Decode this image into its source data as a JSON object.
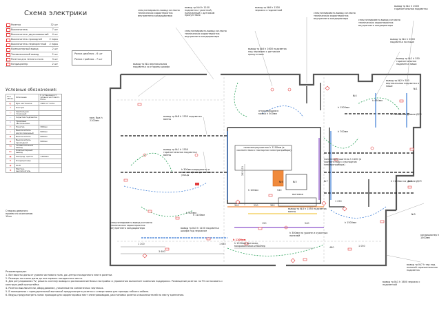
{
  "title": "Схема электрики",
  "quantities": {
    "rows": [
      {
        "label": "Розетка",
        "count": "32 шт"
      },
      {
        "label": "Выключатель",
        "count": "7 шт"
      },
      {
        "label": "Выключатель двухклавишный",
        "count": "4 шт"
      },
      {
        "label": "Выключатель проходной",
        "count": "2 пары"
      },
      {
        "label": "Выключатель перекрестный",
        "count": "2 пары"
      },
      {
        "label": "Компьютерный вывод",
        "count": "2 шт"
      },
      {
        "label": "Телевизионный вывод",
        "count": "2 шт"
      },
      {
        "label": "Розетка для теплого пола",
        "count": "3 шт"
      },
      {
        "label": "Кондиционер",
        "count": "2 шт"
      }
    ],
    "extra": [
      {
        "label": "Рамка двойная -",
        "count": "6 шт"
      },
      {
        "label": "Рамка тройная -",
        "count": "7 шт"
      }
    ]
  },
  "legend": {
    "heading": "Условные обозначения:",
    "col_symbol": "Усл. обозн.",
    "col_name": "Описание",
    "col_height": "h установки от уровня чистового пола",
    "rows": [
      {
        "name": "Бра настенное",
        "height": "1900 от пола"
      },
      {
        "name": "Люстра",
        "height": ""
      },
      {
        "name": "Светильник точечный",
        "height": ""
      },
      {
        "name": "Скрытая подсветка",
        "height": ""
      },
      {
        "name": "Трековые светильники",
        "height": ""
      },
      {
        "name": "Розетка",
        "height": "300мм"
      },
      {
        "name": "Выключатель двухклавишный",
        "height": "900мм"
      },
      {
        "name": "Выключатель",
        "height": "900мм"
      },
      {
        "name": "Выключатель проходной",
        "height": "900мм"
      },
      {
        "name": "Телевизионный вывод",
        "height": ""
      },
      {
        "name": "Компьютерный вывод",
        "height": ""
      },
      {
        "name": "Распред. щиток",
        "height": "1300мм"
      },
      {
        "name": "Кондиционер",
        "height": ""
      },
      {
        "name": "Wi-Fi",
        "height": ""
      },
      {
        "name": "Мастер-выключатель",
        "height": ""
      }
    ]
  },
  "door_note": "Створка дверного проема по окончанию 15см",
  "annotations": {
    "a1": "спецтоннировать вывод согласно технических характеристик внутреннего кондиционера",
    "a2": "вывод тр №4 h 1100 подсветка туалетной, наличанный с датчиком присутствия",
    "a3": "спецтоннировать вывод согласно технических характеристик внутреннего кондиционера",
    "a4": "вывод тр №6 h 1300 зеркало с подсветкой",
    "a5": "вывод тр №6 h 1600 подсветка под зеркалом с датчиком присутствия",
    "a6": "спецтоннировать вывод согласно технических характеристик внутреннего кондиционера",
    "a7": "вывод тр №1 h 2000 горизонтальная подсветка",
    "a8": "спецтоннировать вывод согласно технических характеристик внутреннего кондиционера",
    "a9": "вывод тр №1 h 2000 подсветка по нише",
    "a10": "вывод тр №2 h 550 горизонтальная подсветка ниши",
    "a11": "вывод тр №2 h 550 вертикальная подсветка в нише",
    "a12": "вывод тр №1 вертикальная подсветка со стороны шкафа",
    "a13": "вывод тр №8 h 1550 подсветка ванны",
    "a14": "вывод тр №1 h 1550 горизонтальная подсветка ванны",
    "a15": "полотенцесушитель h 1100мм (в соответствии с паспортом электроприбора)",
    "a16": "h 300мм координаты и вытяжки/выход на плюс улицы",
    "a17": "полотенцесушитель h 1100 (в соответствии с паспортом электроприбора)",
    "a18": "вывод тр №3 h 1550 подсветка ванны",
    "a19": "спецтоннировать вывод согласно технических характеристик внутреннего кондиционера",
    "a20": "вывод тр №3 h 1150 подсветка шкафа под зеркалом",
    "a21": "h 300мм на уровне и кухонных панелей",
    "a22": "h 1930мм вытяжка, микроволновка и бойлер",
    "a23": "вывод тр №7 h тар под полосой горизонтальная подсветка",
    "a24": "вывод тр №1 h 1600 зеркало с подсветкой",
    "a25": "h 1100мм на уровне ДСП",
    "a26": "h 1100мм на уровне ДСП",
    "a27": "кондиционер h 1500мм"
  },
  "labels": {
    "l1": "мин. бра h 2100мм",
    "l2": "открывающаяся мойка h 500мм",
    "l3": "вытяжка",
    "l4": "h 1100мм",
    "l5": "h 1100мм",
    "l6": "h 1500мм",
    "l7": "h 450мм",
    "l8": "№1",
    "l9": "№2",
    "l10": "№3",
    "l11": "№4",
    "l12": "№6",
    "l13": "№5",
    "l14": "№7",
    "l15": "h 1500мм",
    "l16": "h 700мм",
    "l17": "h 500мм",
    "l18": "h 100мм"
  },
  "dimensions": {
    "d1": "3 600",
    "d2": "1 645",
    "d3": "1 200",
    "d4": "1 050",
    "d5": "480",
    "d6": "310",
    "d7": "220",
    "d8": "300",
    "d9": "263 115",
    "d10": "540",
    "d11": "1 250",
    "d12": "150",
    "d13": "540"
  },
  "recommendations": {
    "heading": "Рекомендации:",
    "items": [
      "1. Все высоты даны от уровня чистового пола, до центра посадочного места розетки.",
      "2. Размеры на плане даны до оси первого посадочного места.",
      "3. Для регулирования ТV, решать систему вывода и расположение блока настройки и управления выполняет компания поддержки. Размещение розеток по ТV согласовать с конструкцией кронштейна.",
      "4. Розетки выключатели, оборудование, указанные на схематичных чертежах.",
      "5. В помещениях с принудительной вытяжкой предусмотреть розетки с отверстиями для прохода гибкого кабеля.",
      "6. Ведущ предусмотреть запас проводов для корректировки мест электровыводов, расстановки розеток и выключателей по месту крепления."
    ]
  },
  "colors": {
    "wall": "#5a5a5a",
    "red": "#e23b3b",
    "blue": "#3a7bd5",
    "green": "#2aa15a",
    "purple": "#8a4fc9",
    "orange": "#f08a3c",
    "yellow": "#f2c94c"
  }
}
